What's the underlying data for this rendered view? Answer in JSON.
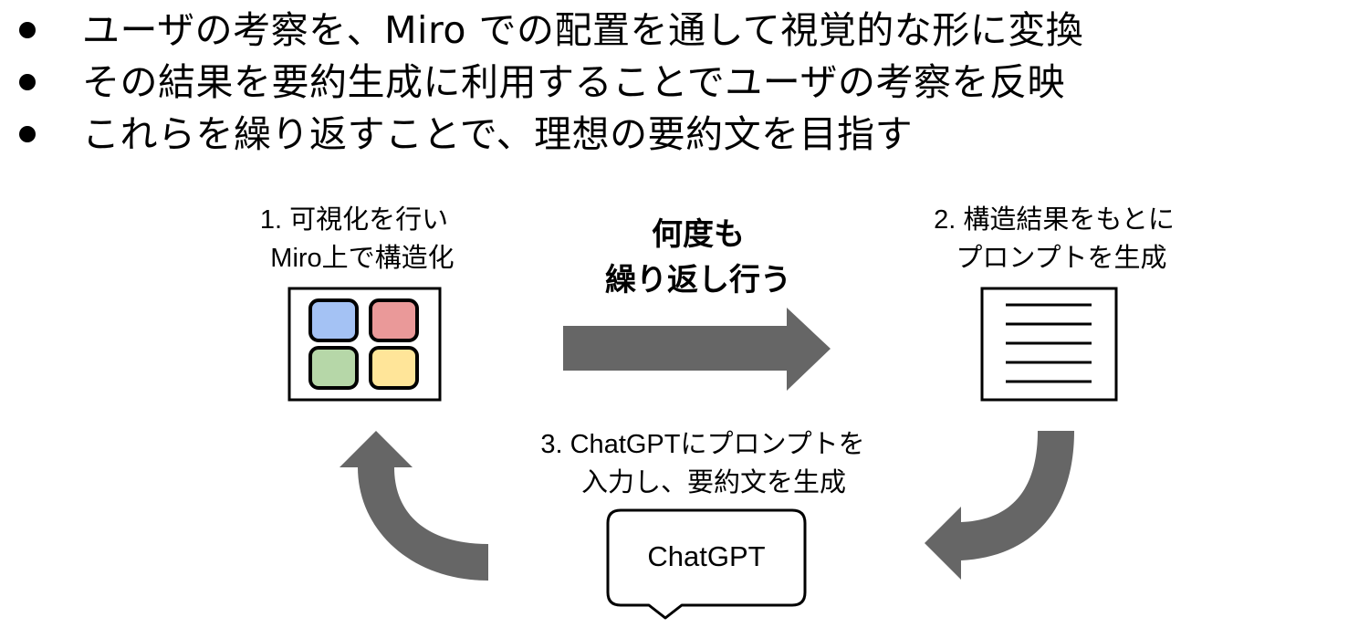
{
  "bullets": [
    {
      "text": "ユーザの考察を、Miro での配置を通して視覚的な形に変換"
    },
    {
      "text": "その結果を要約生成に利用することでユーザの考察を反映"
    },
    {
      "text": "これらを繰り返すことで、理想の要約文を目指す"
    }
  ],
  "steps": {
    "step1": {
      "line1": "1.  可視化を行い",
      "line2": "Miro上で構造化",
      "icon": "miro-board-icon"
    },
    "step2": {
      "line1": "2.  構造結果をもとに",
      "line2": "プロンプトを生成",
      "icon": "document-icon"
    },
    "step3": {
      "line1": "3. ChatGPTにプロンプトを",
      "line2": "入力し、要約文を生成",
      "icon": "speech-bubble-icon"
    }
  },
  "repeat_label": {
    "line1": "何度も",
    "line2": "繰り返し行う"
  },
  "bubble_label": "ChatGPT",
  "colors": {
    "arrow": "#666666",
    "sticky_blue": "#a4c2f4",
    "sticky_red": "#ea9999",
    "sticky_green": "#b6d7a8",
    "sticky_yellow": "#ffe599"
  }
}
